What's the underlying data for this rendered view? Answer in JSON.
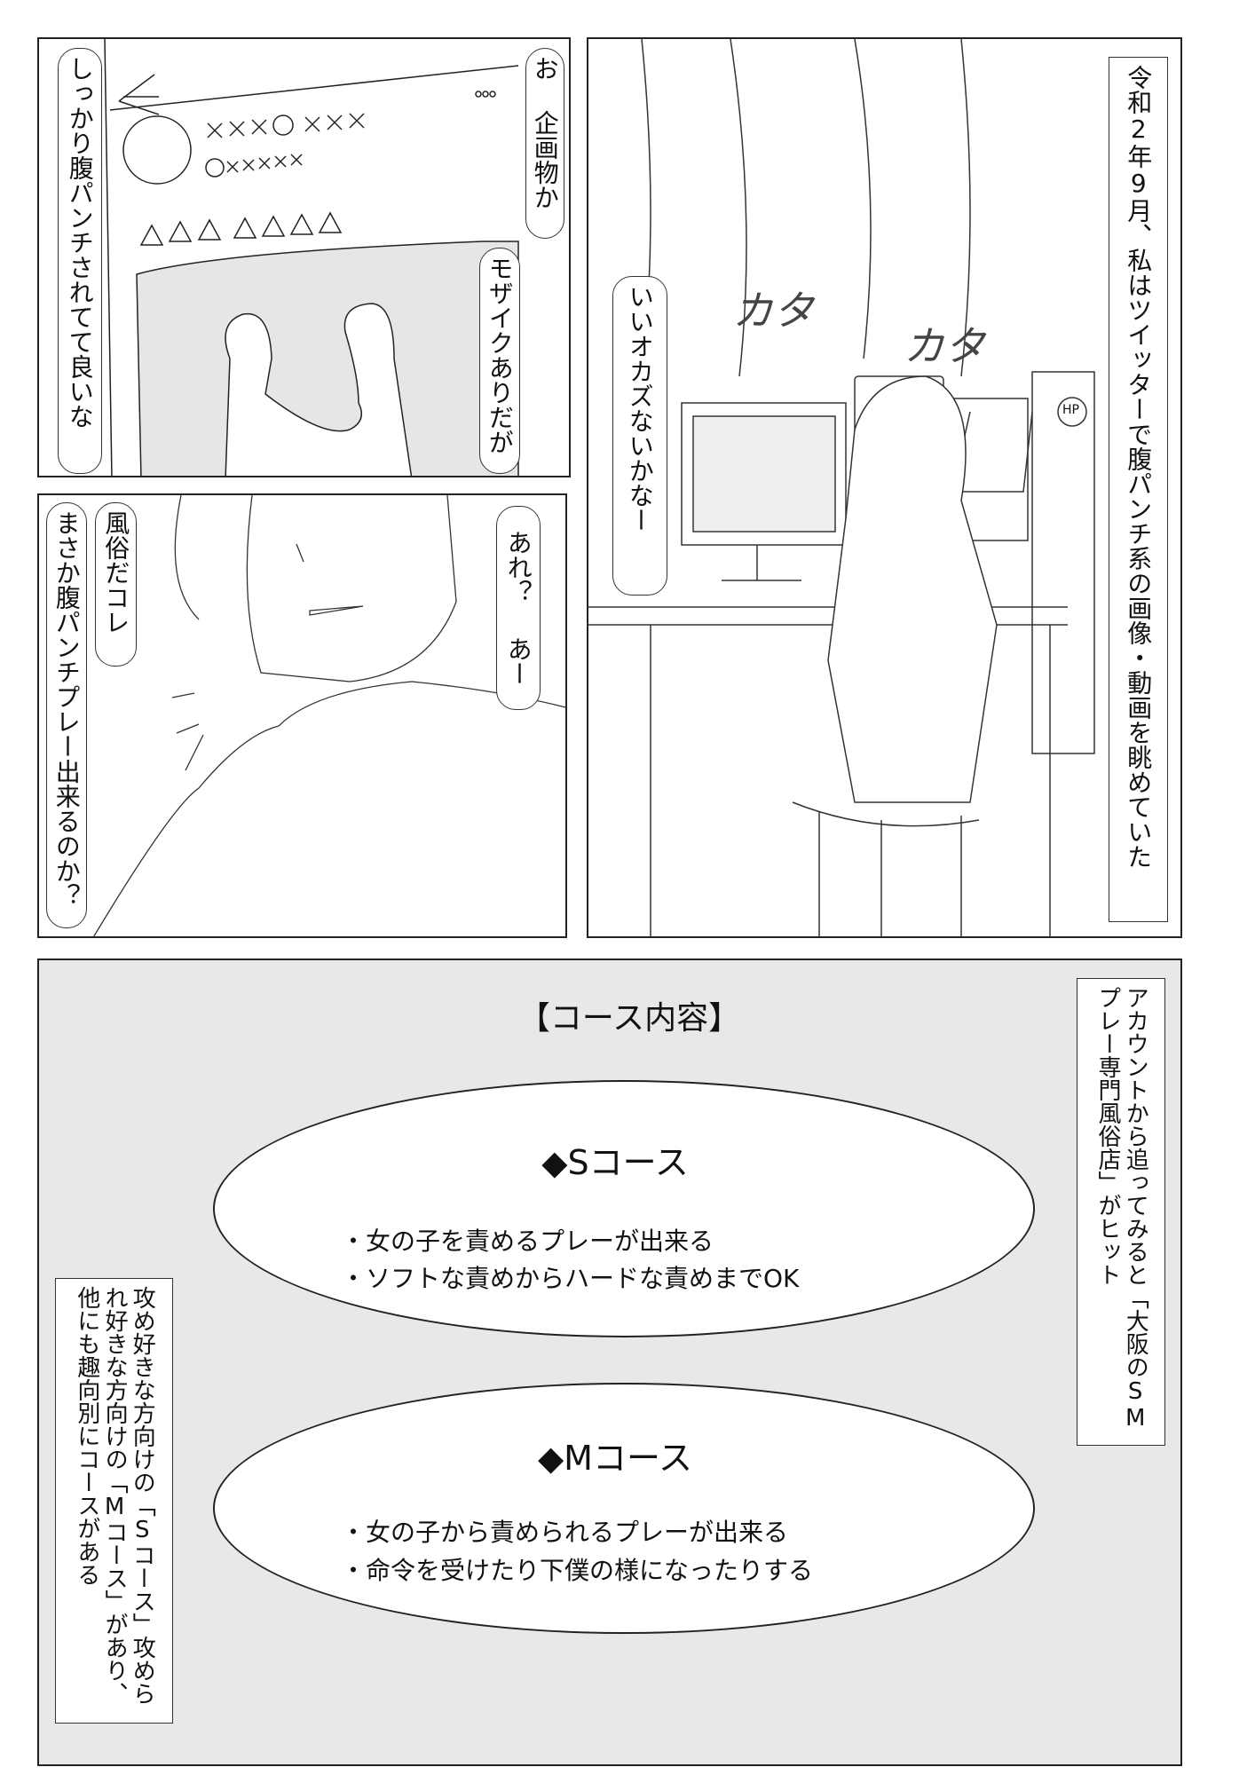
{
  "panel1": {
    "bubble_left": "しっかり腹パンチされてて良いな",
    "bubble_right_top": "お 企画物か",
    "bubble_right_mid": "モザイクありだが"
  },
  "panel2": {
    "caption": "令和2年9月、私はツイッターで腹パンチ系の画像・動画を眺めていた",
    "bubble": "いいオカズないかなー",
    "sfx1": "カタ",
    "sfx2": "カタ",
    "pc_label": "HP"
  },
  "panel3": {
    "thought_1": "風俗だコレ",
    "thought_2": "まさか腹パンチプレー出来るのか？",
    "bubble_a": "あれ？",
    "bubble_b": "あー"
  },
  "course": {
    "title": "【コース内容】",
    "s_course": {
      "title": "◆Sコース",
      "items": [
        "・女の子を責めるプレーが出来る",
        "・ソフトな責めからハードな責めまでOK"
      ]
    },
    "m_course": {
      "title": "◆Mコース",
      "items": [
        "・女の子から責められるプレーが出来る",
        "・命令を受けたり下僕の様になったりする"
      ]
    },
    "caption_right": "アカウントから追ってみると「大阪のSMプレー専門風俗店」がヒット",
    "caption_left": "攻め好きな方向けの「Sコース」攻められ好きな方向けの「Mコース」があり、他にも趣向別にコースがある"
  },
  "colors": {
    "background": "#ffffff",
    "course_panel": "#e8e8e8",
    "ink": "#222222",
    "screen_fill": "#e6e6e6"
  }
}
